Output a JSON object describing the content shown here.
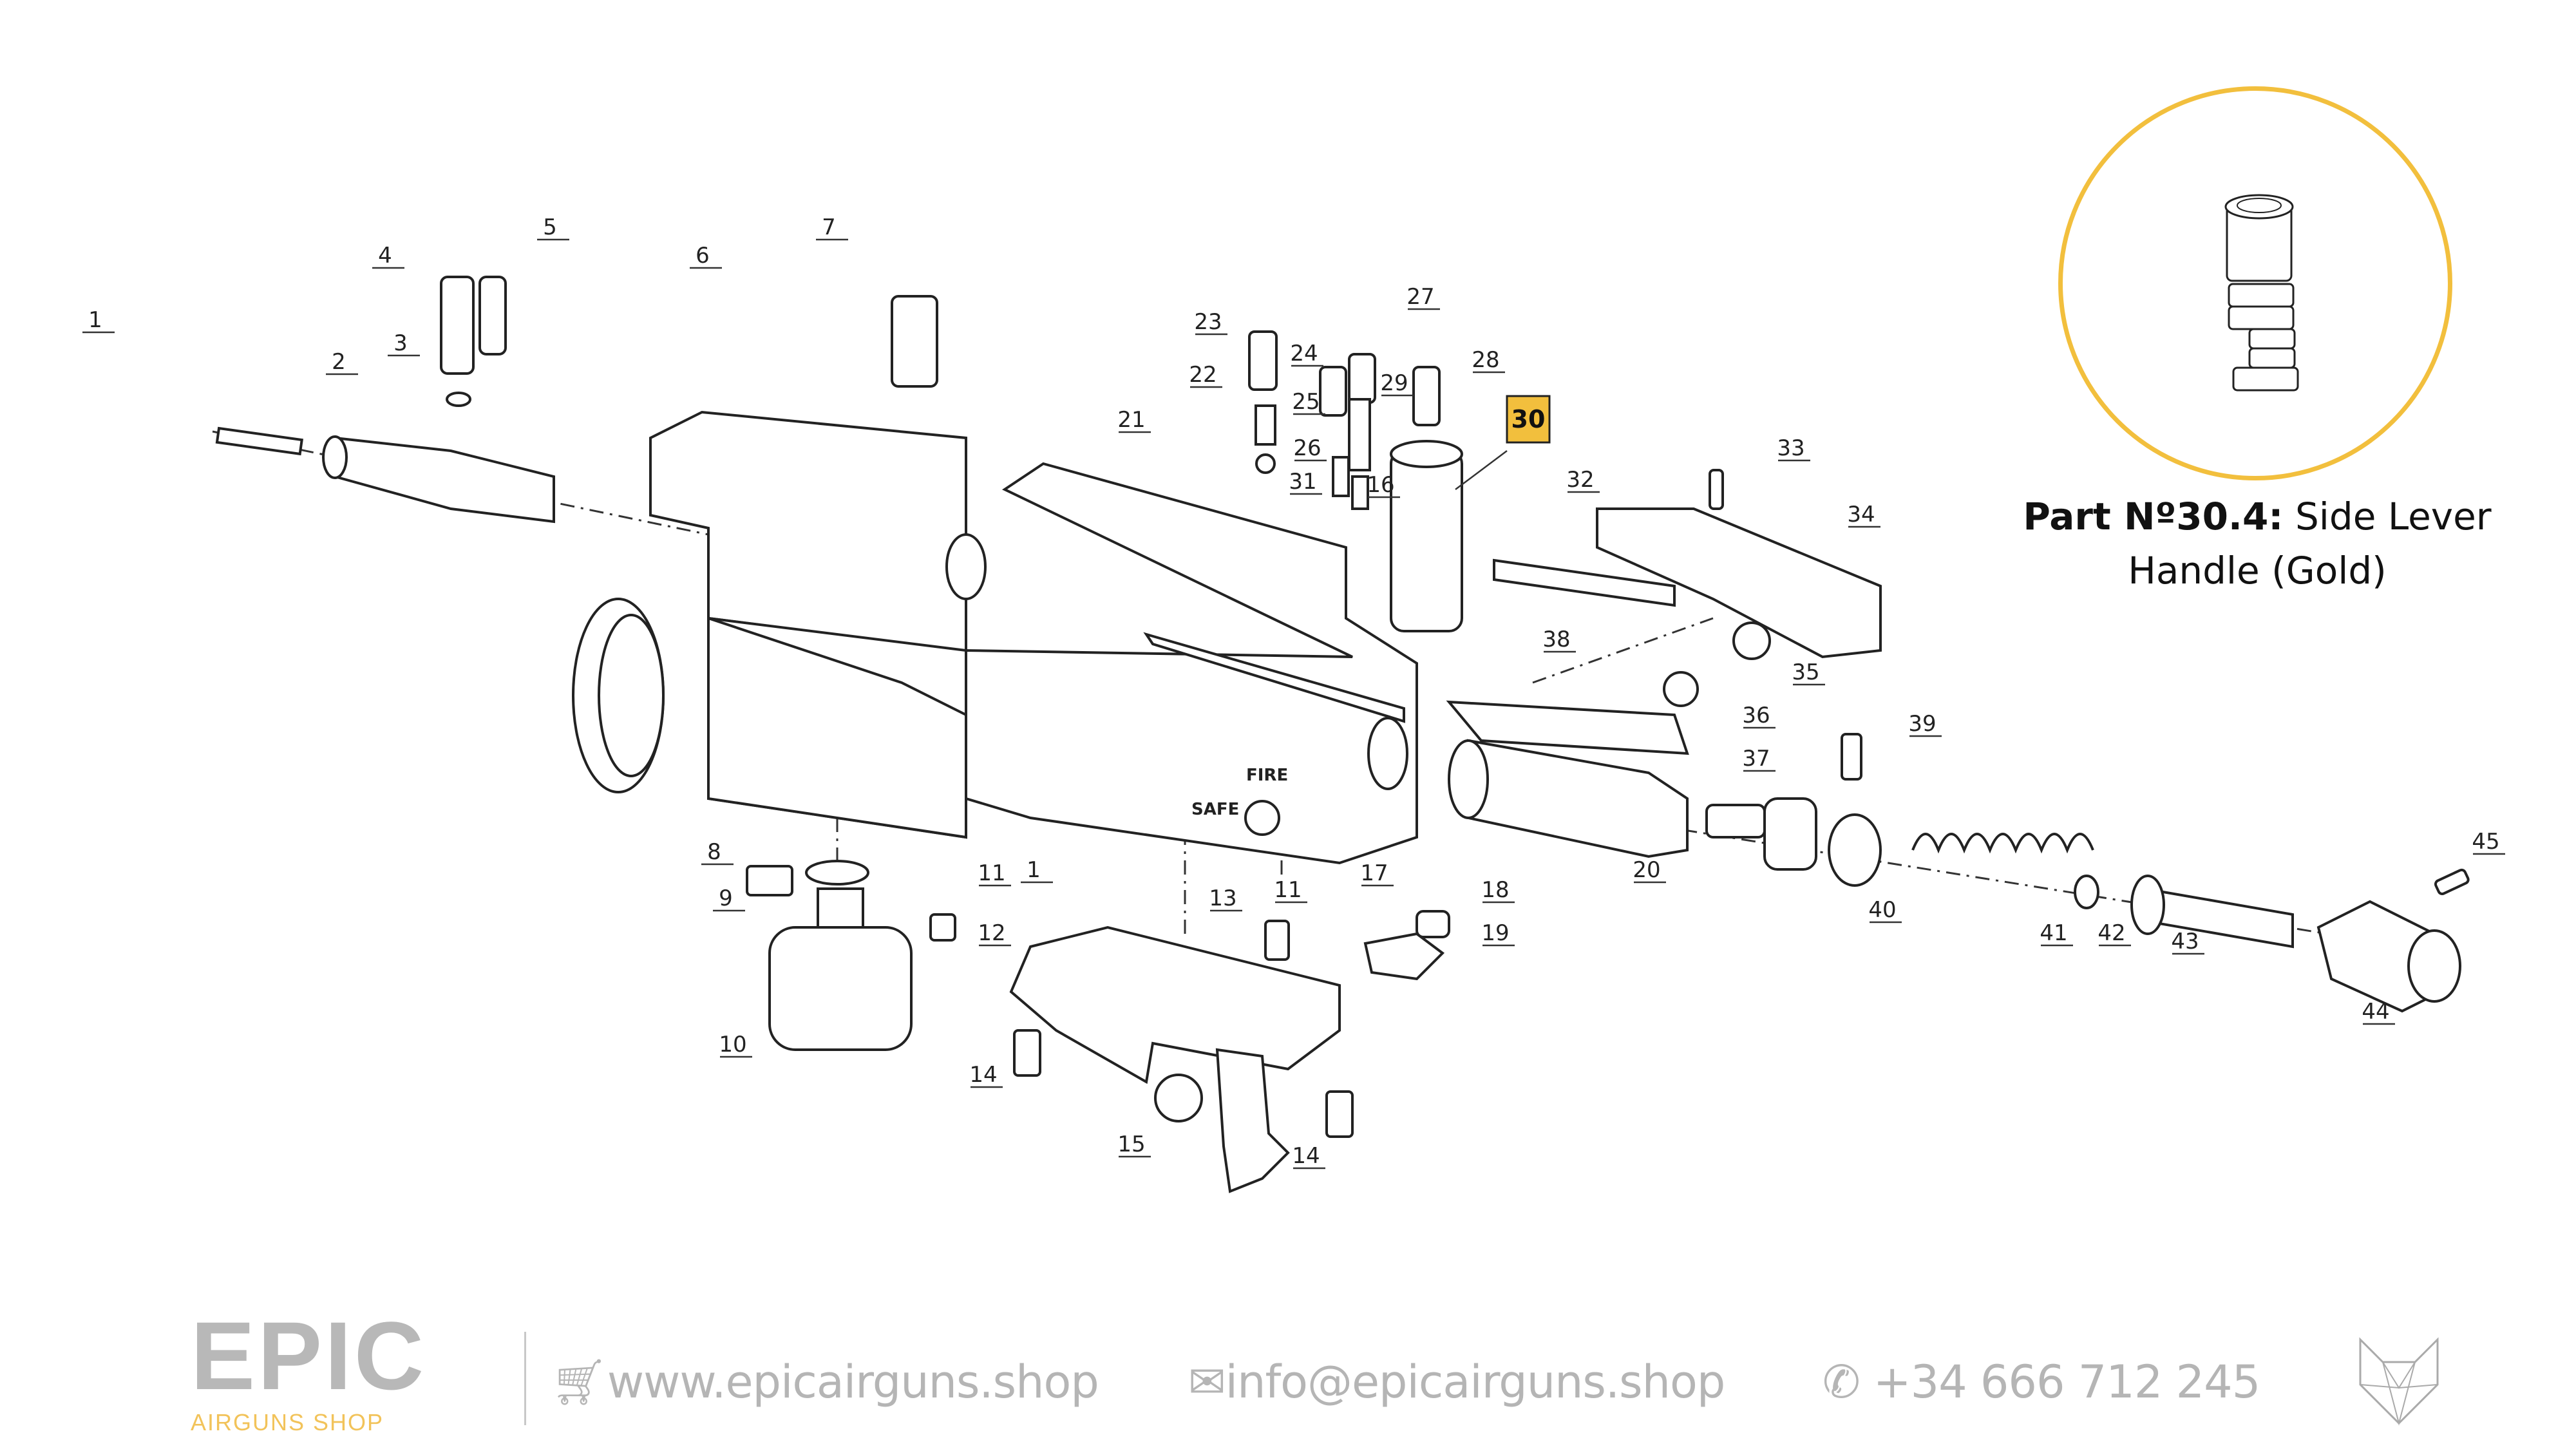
{
  "diagram": {
    "callouts": [
      "1",
      "2",
      "3",
      "4",
      "5",
      "6",
      "7",
      "8",
      "9",
      "10",
      "11",
      "12",
      "1",
      "13",
      "11",
      "14",
      "15",
      "14",
      "16",
      "17",
      "18",
      "19",
      "20",
      "21",
      "22",
      "23",
      "24",
      "25",
      "26",
      "27",
      "28",
      "29",
      "31",
      "32",
      "33",
      "34",
      "35",
      "36",
      "37",
      "38",
      "39",
      "40",
      "41",
      "42",
      "43",
      "44",
      "45"
    ],
    "highlighted_callout": "30",
    "highlight_color": "#f2bf3d",
    "switch_labels": {
      "fire": "FIRE",
      "safe": "SAFE"
    }
  },
  "detail": {
    "ring_color": "#f2bf3d",
    "caption_bold": "Part Nº30.4:",
    "caption_line1": " Side Lever",
    "caption_line2": "Handle (Gold)"
  },
  "footer": {
    "logo_word": "EPIC",
    "logo_sub": "AIRGUNS SHOP",
    "website_icon": "cart-icon",
    "website": "www.epicairguns.shop",
    "email_icon": "envelope-icon",
    "email": "info@epicairguns.shop",
    "phone_icon": "whatsapp-icon",
    "phone": "+34 666 712 245",
    "brand_icon": "wolf-head-icon"
  }
}
